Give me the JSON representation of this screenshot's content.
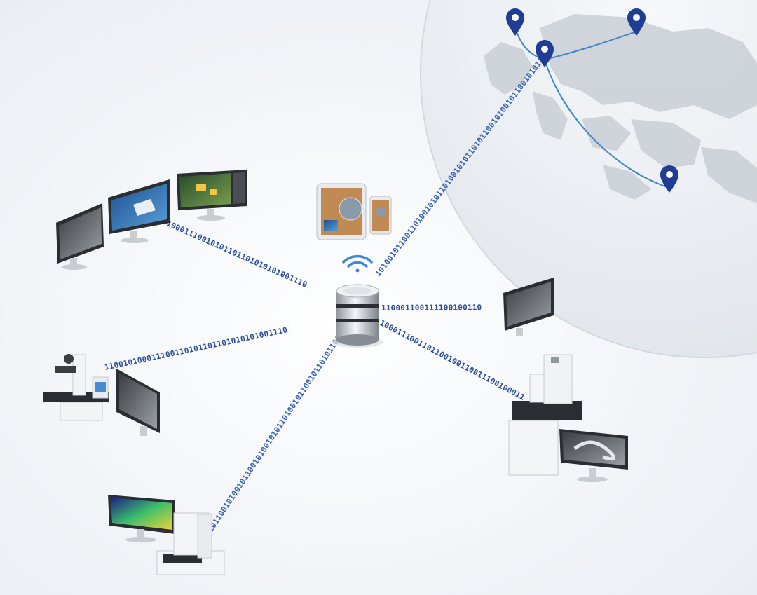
{
  "diagram": {
    "links": [
      {
        "id": "monitors",
        "bits": "01010001110010101101101010101001110",
        "color": "#2a4d9a"
      },
      {
        "id": "microscope",
        "bits": "110010100011100110101101101010101001110",
        "color": "#2a4d9a"
      },
      {
        "id": "profiler",
        "bits": "101100101001011001010010101101001011001011010110010100101100101010011010110",
        "color": "#3a62b8"
      },
      {
        "id": "europe",
        "bits": "10100101100110100101011010010101101011001010010110010101101011001010",
        "color": "#3a62b8"
      },
      {
        "id": "screen",
        "bits": "110001100111100100110",
        "color": "#2a4d9a"
      },
      {
        "id": "sem",
        "bits": "100011100110110010011001110010001100",
        "color": "#2a4d9a"
      }
    ],
    "colors": {
      "pin": "#1f3e93",
      "route": "#3f86c8",
      "accent": "#3d8ad8",
      "globe": "#e9edf2",
      "land": "#c9cfd6"
    }
  }
}
